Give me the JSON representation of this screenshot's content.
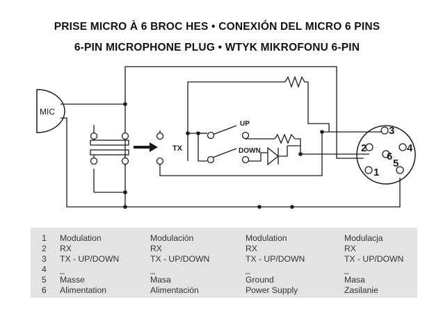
{
  "title": {
    "line1": "PRISE MICRO À 6 BROC HES • CONEXIÓN DEL MICRO 6 PINS",
    "line2": "6-PIN MICROPHONE PLUG • WTYK MIKROFONU 6-PIN"
  },
  "diagram": {
    "mic_label": "MIC",
    "tx_label": "TX",
    "up_label": "UP",
    "down_label": "DOWN",
    "pins": [
      "1",
      "2",
      "3",
      "4",
      "5",
      "6"
    ]
  },
  "legend": {
    "rows": [
      {
        "pin": "1",
        "fr": "Modulation",
        "es": "Modulación",
        "en": "Modulation",
        "pl": "Modulacja"
      },
      {
        "pin": "2",
        "fr": "RX",
        "es": "RX",
        "en": "RX",
        "pl": "RX"
      },
      {
        "pin": "3",
        "fr": "TX - UP/DOWN",
        "es": "TX - UP/DOWN",
        "en": "TX - UP/DOWN",
        "pl": "TX - UP/DOWN"
      },
      {
        "pin": "4",
        "fr": "_",
        "es": "_",
        "en": "_",
        "pl": "_"
      },
      {
        "pin": "5",
        "fr": "Masse",
        "es": "Masa",
        "en": "Ground",
        "pl": "Masa"
      },
      {
        "pin": "6",
        "fr": "Alimentation",
        "es": "Alimentación",
        "en": "Power Supply",
        "pl": "Zasilanie"
      }
    ]
  }
}
